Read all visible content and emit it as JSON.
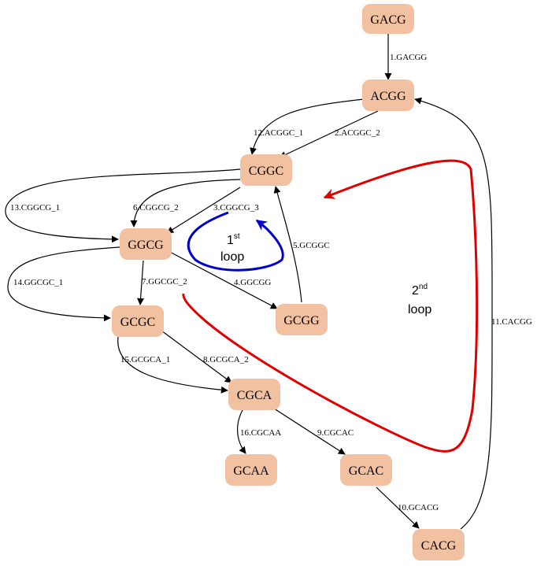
{
  "nodes": {
    "GACG": "GACG",
    "ACGG": "ACGG",
    "CGGC": "CGGC",
    "GGCG": "GGCG",
    "GCGG": "GCGG",
    "GCGC": "GCGC",
    "CGCA": "CGCA",
    "GCAA": "GCAA",
    "GCAC": "GCAC",
    "CACG": "CACG"
  },
  "edges": {
    "e1": "1.GACGG",
    "e2": "2.ACGGC_2",
    "e3": "3.CGGCG_3",
    "e4": "4.GGCGG",
    "e5": "5.GCGGC",
    "e6": "6.CGGCG_2",
    "e7": "7.GGCGC_2",
    "e8": "8.GCGCA_2",
    "e9": "9.CGCAC",
    "e10": "10.GCACG",
    "e11": "11.CACGG",
    "e12": "12.ACGGC_1",
    "e13": "13.CGGCG_1",
    "e14": "14.GGCGC_1",
    "e15": "15.GCGCA_1",
    "e16": "16.CGCAA"
  },
  "loops": {
    "first": {
      "number": "1",
      "suffix": "st",
      "word": "loop",
      "color": "#0000cc"
    },
    "second": {
      "number": "2",
      "suffix": "nd",
      "word": "loop",
      "color": "#e00000"
    }
  },
  "colors": {
    "node_fill": "#f1c1a1",
    "edge": "#000000"
  }
}
